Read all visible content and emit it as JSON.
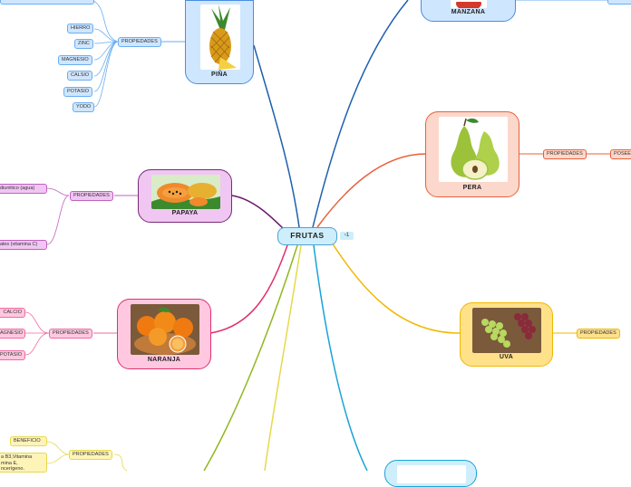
{
  "center": {
    "label": "FRUTAS",
    "comment_count": "1"
  },
  "topics": {
    "pina": {
      "label": "PIÑA",
      "color": "#6aaef0",
      "fill": "#cfe6ff"
    },
    "manzana": {
      "label": "MANZANA",
      "color": "#4a8de0",
      "fill": "#cfe6ff"
    },
    "pera": {
      "label": "PERA",
      "color": "#e8603a",
      "fill": "#fcd8cc"
    },
    "papaya": {
      "label": "PAPAYA",
      "color": "#7a2a78",
      "fill": "#f0c6f2"
    },
    "naranja": {
      "label": "NARANJA",
      "color": "#e0306e",
      "fill": "#ffc8e0"
    },
    "uva": {
      "label": "UVA",
      "color": "#f0b800",
      "fill": "#ffe18a"
    }
  },
  "pina_props": {
    "label": "PROPIEDADES",
    "items": [
      "HIERRO",
      "ZINC",
      "MAGNESIO",
      "CALSIO",
      "POTASIO",
      "YODO"
    ]
  },
  "pera_props": {
    "label": "PROPIEDADES",
    "child": "POSEE"
  },
  "papaya_props": {
    "label": "PROPIEDADES",
    "items": [
      "diurético (agua)",
      "ales (vitamina C)"
    ]
  },
  "naranja_props": {
    "label": "PROPIEDADES",
    "items": [
      "CALCIO",
      "AGNESIO",
      "POTASIO"
    ]
  },
  "uva_props": {
    "label": "PROPIEDADES"
  },
  "bottom_props": {
    "label": "PROPIEDADES",
    "beneficio": "BENEFICIO",
    "text_lines": [
      "a B3,Vitamina",
      "mina E,",
      "ncerígeno."
    ]
  },
  "branch_colors": {
    "pina": "#1f5fb0",
    "manzana": "#1f5fb0",
    "pera": "#e8603a",
    "papaya": "#6a1a6a",
    "naranja": "#e0306e",
    "uva": "#f0b800",
    "olive": "#8fb81f",
    "yellow": "#e6d94a",
    "cyan": "#1aa3d8"
  }
}
